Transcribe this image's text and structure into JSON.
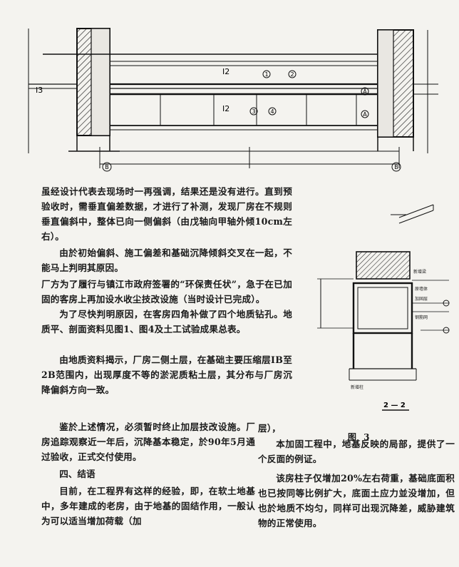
{
  "figure_top": {
    "labels": {
      "left_axis_mark": "I3",
      "mid_label_upper": "I2",
      "mid_label_lower": "I2",
      "circle_1": "1",
      "circle_2": "2",
      "circle_3": "3",
      "circle_4": "4",
      "circle_b_bottom_left": "B",
      "circle_b_bottom_right": "B",
      "circle_a_left": "A",
      "circle_a_right": "A"
    }
  },
  "figure_right": {
    "caption": "图 3",
    "section_label": "2 — 2",
    "notes": [
      "新增梁",
      "原墙体",
      "加固层",
      "钢筋网",
      "新增柱"
    ]
  },
  "left_column": {
    "p1": "虽经设计代表去现场时一再强调，结果还是没有进行。直到预验收时，需垂直偏差数据，才进行了补测，发现厂房在不规则垂直偏斜中，整体已向一侧偏斜（由戊轴向甲轴外倾10cm左右）。",
    "p2": "由於初始偏斜、施工偏差和基础沉降倾斜交叉在一起，不能马上判明其原因。",
    "p3": "厂方为了履行与镇江市政府签署的“环保责任状”，急于在已加固的客房上再加设水收尘技改设施（当时设计已完成）。",
    "p4": "为了尽快判明原因，在客房四角补做了四个地质钻孔。地质平、剖面资料见图1、图4及土工试验成果总表。",
    "p5": "由地质资料揭示，厂房二侧土层，在基础主要压缩层ⅠB至2B范围内，出现厚度不等的淤泥质粘土层，其分布与厂房沉降偏斜方向一致。",
    "p6": "鉴於上述情况，必须暂时终止加层技改设施。厂房追踪观察近一年后，沉降基本稳定，於90年5月通过验收，正式交付使用。",
    "heading": "四、结语",
    "p7": "目前，在工程界有这样的经验，即，在软土地基中，多年建成的老房，由于地基的固结作用，一般认为可以适当增加荷载（加"
  },
  "right_column": {
    "p1": "层），",
    "p2": "本加固工程中，地基反映的局部，提供了一个反面的例证。",
    "p3": "该房柱子仅增加20%左右荷重，基础底面积也已按同等比例扩大，底面土应力並没增加，但也於地质不均匀，同样可出现沉降差，威胁建筑物的正常使用。"
  }
}
